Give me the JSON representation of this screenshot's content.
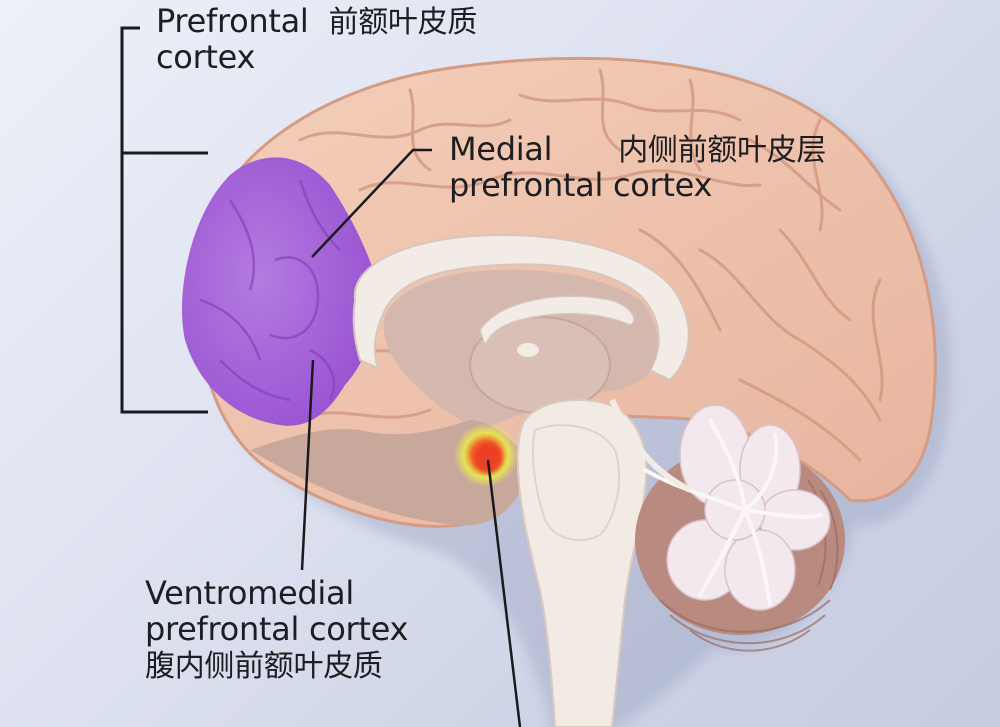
{
  "figure": {
    "type": "anatomical-illustration",
    "subject": "Sagittal section of the human brain",
    "colors": {
      "background": "#dfe3f1",
      "cortex": "#f0c6b0",
      "cortex_shadow": "#d9a48e",
      "prefrontal_highlight": "#a865d8",
      "white_matter": "#f2ebe4",
      "deep_tissue": "#c9a69a",
      "cerebellum_folia": "#f1e6ec",
      "cerebellum_outer": "#b7857a",
      "amygdala_core": "#ec3d25",
      "amygdala_glow": "#e9ee4a",
      "leader_line": "#1a1a1e"
    }
  },
  "labels": {
    "prefrontal_cortex": {
      "en_line1": "Prefrontal",
      "en_line2": "cortex",
      "zh": "前额叶皮质"
    },
    "medial_prefrontal_cortex": {
      "en_line1": "Medial",
      "en_line2": "prefrontal cortex",
      "zh": "内侧前额叶皮层"
    },
    "ventromedial_prefrontal_cortex": {
      "en_line1": "Ventromedial",
      "en_line2": "prefrontal cortex",
      "zh": "腹内侧前额叶皮质"
    }
  },
  "structures": [
    {
      "name": "prefrontal cortex region",
      "highlight": "purple"
    },
    {
      "name": "corpus callosum",
      "highlight": "none"
    },
    {
      "name": "thalamus",
      "highlight": "none"
    },
    {
      "name": "brainstem",
      "highlight": "none"
    },
    {
      "name": "cerebellum",
      "highlight": "none"
    },
    {
      "name": "amygdala / subcortical nucleus",
      "highlight": "red-yellow glow"
    }
  ]
}
